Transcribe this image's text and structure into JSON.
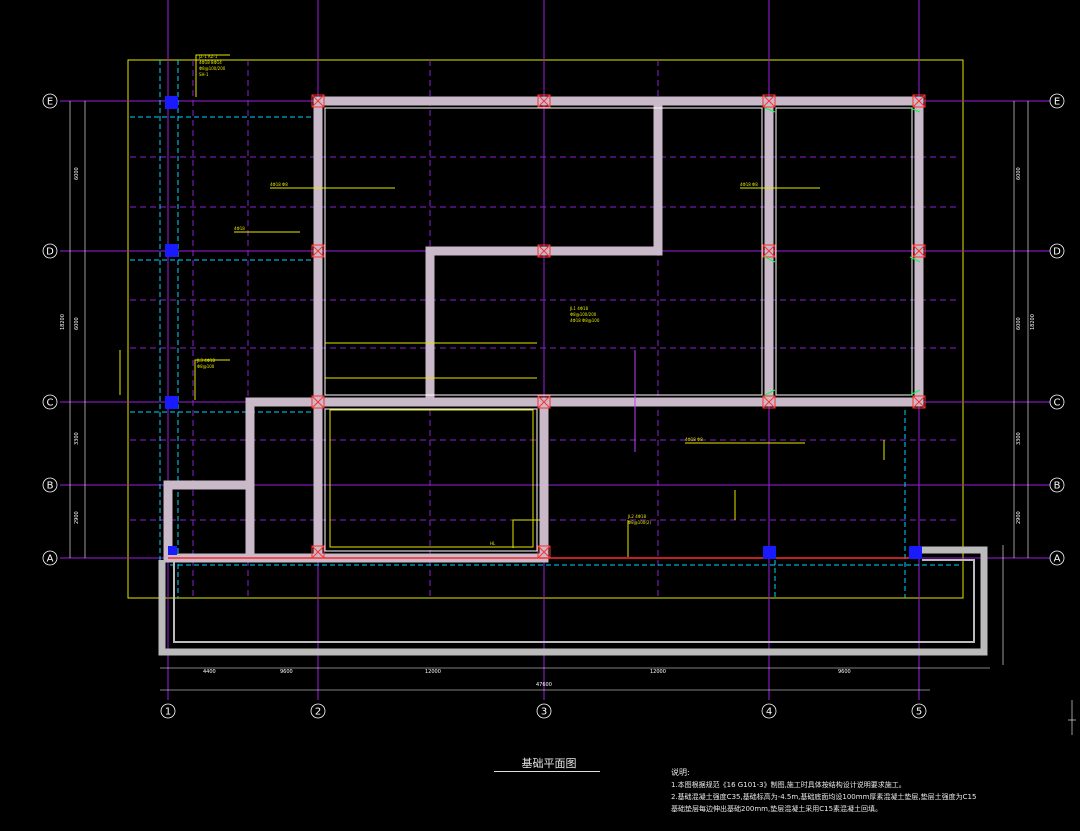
{
  "drawing": {
    "title": "基础平面图",
    "notes_heading": "说明:",
    "notes": [
      "1.本图根据规范《16 G101-3》制图,施工时具体按结构设计说明要求施工。",
      "2.基础混凝土强度C35,基础标高为-4.5m,基础底面均设100mm厚素混凝土垫层,垫层土强度为C15",
      "   基础垫层每边伸出基础200mm,垫层混凝土采用C15素混凝土回填。"
    ],
    "axes_rows": [
      {
        "label": "E"
      },
      {
        "label": "D"
      },
      {
        "label": "C"
      },
      {
        "label": "B"
      },
      {
        "label": "A"
      }
    ],
    "axes_cols": [
      {
        "label": "1"
      },
      {
        "label": "2"
      },
      {
        "label": "3"
      },
      {
        "label": "4"
      },
      {
        "label": "5"
      }
    ],
    "dims_bottom": [
      "4400",
      "9600",
      "12000",
      "12000",
      "9600"
    ],
    "dim_total": "47600",
    "colors": {
      "background": "#000000",
      "axis_line": "#a020f0",
      "footing": "#c8b4c8",
      "outline": "#ffffff",
      "annotation": "#ffff00",
      "dashed": "#00e5ff",
      "column": "#1a1aff",
      "pile_mark": "#ff2a2a",
      "rebar": "#00ff44"
    }
  }
}
